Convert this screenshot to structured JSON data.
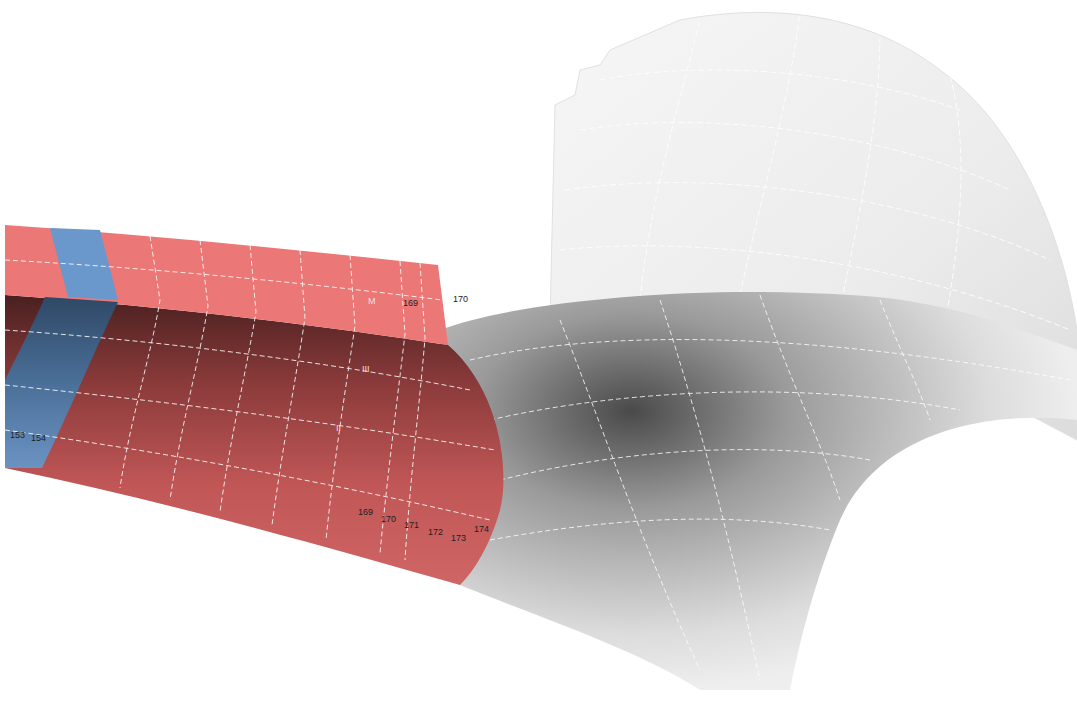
{
  "diagram": {
    "labels": [
      "M",
      "169",
      "170",
      "III",
      "II",
      "153",
      "154",
      "169",
      "170",
      "171",
      "172",
      "173",
      "174"
    ]
  }
}
